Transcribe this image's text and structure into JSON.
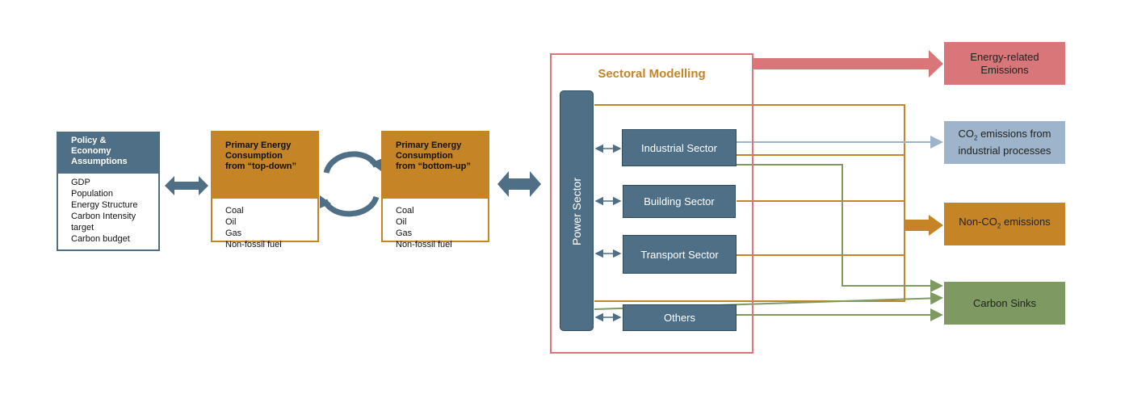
{
  "policy": {
    "title": "Policy & Economy Assumptions",
    "items": [
      "GDP",
      "Population",
      "Energy Structure",
      "Carbon Intensity target",
      "Carbon budget"
    ]
  },
  "topdown": {
    "title": "Primary Energy Consumption from “top-down”",
    "items": [
      "Coal",
      "Oil",
      "Gas",
      "Non-fossil fuel"
    ]
  },
  "bottomup": {
    "title": "Primary Energy Consumption from “bottom-up”",
    "items": [
      "Coal",
      "Oil",
      "Gas",
      "Non-fossil fuel"
    ]
  },
  "sectoral": {
    "title": "Sectoral Modelling",
    "power_sector": "Power Sector",
    "sectors": [
      "Industrial Sector",
      "Building Sector",
      "Transport Sector",
      "Others"
    ]
  },
  "outputs": {
    "energy_related": "Energy-related Emissions",
    "co2_prefix": "CO",
    "co2_sub": "2",
    "co2_suffix": " emissions from industrial processes",
    "nonco2_prefix": "Non-CO",
    "nonco2_sub": "2",
    "nonco2_suffix": " emissions",
    "carbon_sinks": "Carbon Sinks"
  },
  "colors": {
    "slate": "#4e6f86",
    "gold": "#c58425",
    "pink": "#d9767a",
    "lightblue": "#9db4cb",
    "green": "#7e9a62"
  }
}
